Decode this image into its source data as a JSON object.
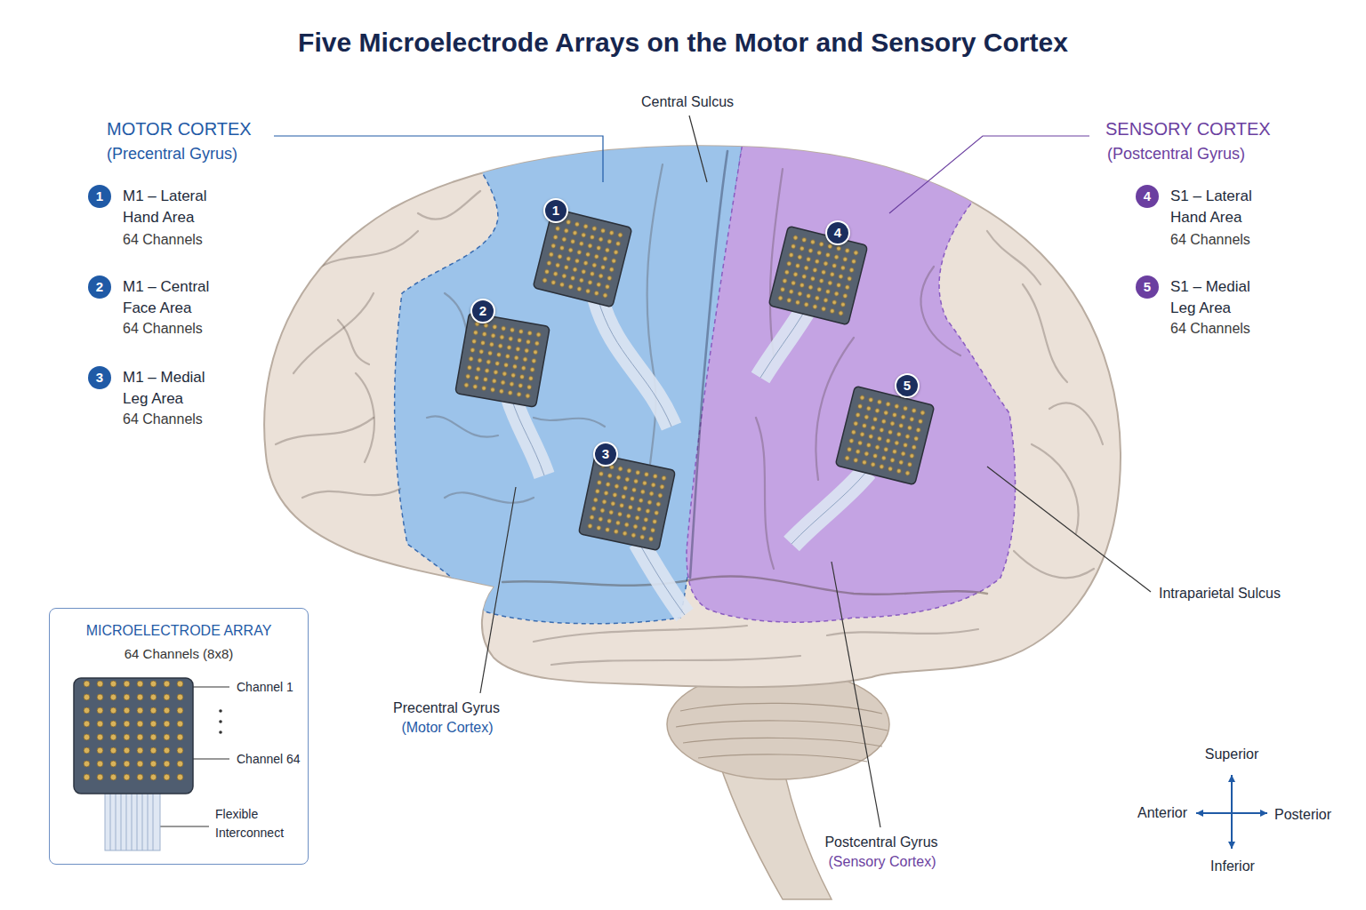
{
  "diagram": {
    "title": "Five Microelectrode Arrays on the Motor and Sensory Cortex",
    "nodes": [
      {
        "text": [
          "1"
        ]
      },
      {
        "text": [
          "2"
        ]
      },
      {
        "text": [
          "3"
        ]
      },
      {
        "text": [
          "4"
        ]
      },
      {
        "text": [
          "5"
        ]
      },
      {
        "text": [
          "1"
        ]
      },
      {
        "text": [
          "2"
        ]
      },
      {
        "text": [
          "3"
        ]
      },
      {
        "text": [
          "4"
        ]
      },
      {
        "text": [
          "5"
        ]
      },
      {
        "text": [
          "MICROELECTRODE ARRAY",
          "64 Channels (8x8)"
        ]
      }
    ],
    "labels": [
      "MOTOR CORTEX",
      "(Precentral Gyrus)",
      "M1 – Lateral Hand Area",
      "64 Channels",
      "M1 – Central Face Area",
      "64 Channels",
      "M1 – Medial Leg Area",
      "64 Channels",
      "SENSORY CORTEX",
      "(Postcentral Gyrus)",
      "S1 – Lateral Hand Area",
      "64 Channels",
      "S1 – Medial Leg Area",
      "64 Channels",
      "Central Sulcus",
      "Precentral Gyrus",
      "(Motor Cortex)",
      "Postcentral Gyrus",
      "(Sensory Cortex)",
      "Intraparietal Sulcus",
      "Channel 1",
      "Channel 64",
      "Flexible Interconnect",
      "Superior",
      "Anterior",
      "Posterior",
      "Inferior"
    ]
  }
}
